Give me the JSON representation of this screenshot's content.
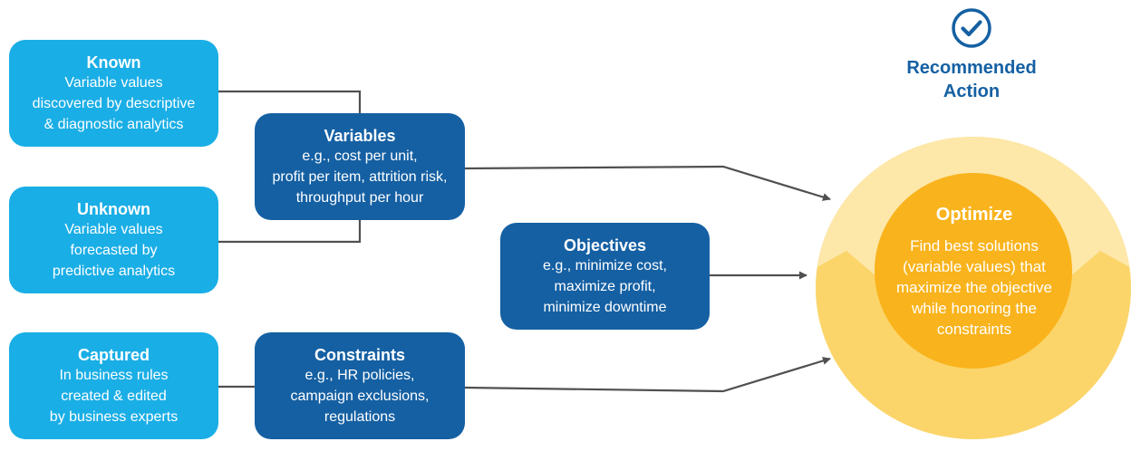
{
  "inputs": {
    "known": {
      "title": "Known",
      "lines": [
        "Variable values",
        "discovered by descriptive",
        "& diagnostic analytics"
      ]
    },
    "unknown": {
      "title": "Unknown",
      "lines": [
        "Variable values",
        "forecasted by",
        "predictive analytics"
      ]
    },
    "captured": {
      "title": "Captured",
      "lines": [
        "In business rules",
        "created & edited",
        "by business experts"
      ]
    }
  },
  "components": {
    "variables": {
      "title": "Variables",
      "lines": [
        "e.g., cost per unit,",
        "profit per item, attrition risk,",
        "throughput per hour"
      ]
    },
    "objectives": {
      "title": "Objectives",
      "lines": [
        "e.g., minimize cost,",
        "maximize profit,",
        "minimize downtime"
      ]
    },
    "constraints": {
      "title": "Constraints",
      "lines": [
        "e.g., HR policies,",
        "campaign exclusions,",
        "regulations"
      ]
    }
  },
  "recommended": {
    "title_line1": "Recommended",
    "title_line2": "Action",
    "icon": "check-circle-icon"
  },
  "optimize": {
    "title": "Optimize",
    "lines": [
      "Find best solutions",
      "(variable values) that",
      "maximize the objective",
      "while honoring the",
      "constraints"
    ]
  },
  "colors": {
    "light_blue": "#1aaee6",
    "dark_blue": "#1560a3",
    "connector": "#505050",
    "outer_circle": "#fbd56a",
    "outer_circle_top": "#fde7a9",
    "inner_circle": "#f9b31c"
  }
}
